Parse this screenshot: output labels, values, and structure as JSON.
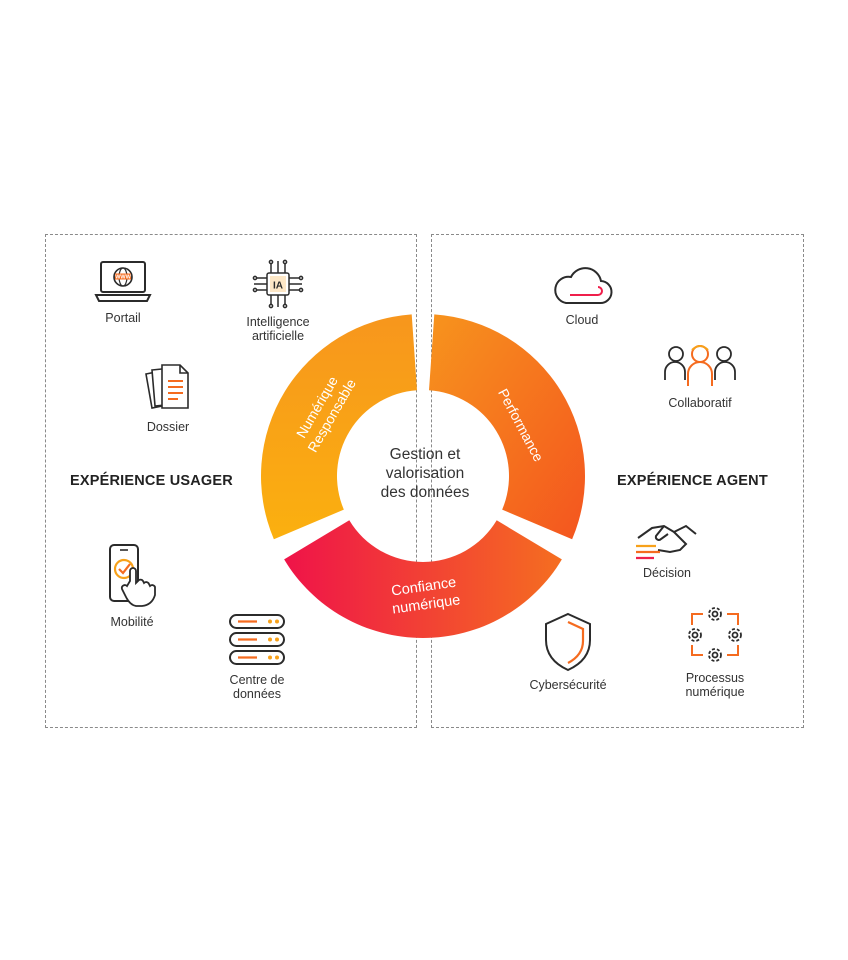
{
  "left_panel": {
    "title": "EXPÉRIENCE USAGER",
    "items": [
      {
        "label": "Portail",
        "icon": "laptop-www-icon"
      },
      {
        "label": "Intelligence\nartificielle",
        "icon": "ai-chip-icon"
      },
      {
        "label": "Dossier",
        "icon": "documents-icon"
      },
      {
        "label": "Mobilité",
        "icon": "smartphone-touch-icon"
      },
      {
        "label": "Centre de\ndonnées",
        "icon": "server-icon"
      }
    ]
  },
  "right_panel": {
    "title": "EXPÉRIENCE AGENT",
    "items": [
      {
        "label": "Cloud",
        "icon": "cloud-icon"
      },
      {
        "label": "Collaboratif",
        "icon": "team-icon"
      },
      {
        "label": "Décision",
        "icon": "handshake-icon"
      },
      {
        "label": "Cybersécurité",
        "icon": "shield-icon"
      },
      {
        "label": "Processus\nnumérique",
        "icon": "gears-icon"
      }
    ]
  },
  "wheel": {
    "center": "Gestion et\nvalorisation\ndes données",
    "segments": [
      {
        "line1": "Numérique",
        "line2": "Responsable"
      },
      {
        "line1": "Performance",
        "line2": ""
      },
      {
        "line1": "Confiance",
        "line2": "numérique"
      }
    ]
  },
  "colors": {
    "orange": "#f7a11a",
    "orange_deep": "#f56b1f",
    "red": "#ef1f4b",
    "icon_stroke": "#2b2b2b"
  }
}
